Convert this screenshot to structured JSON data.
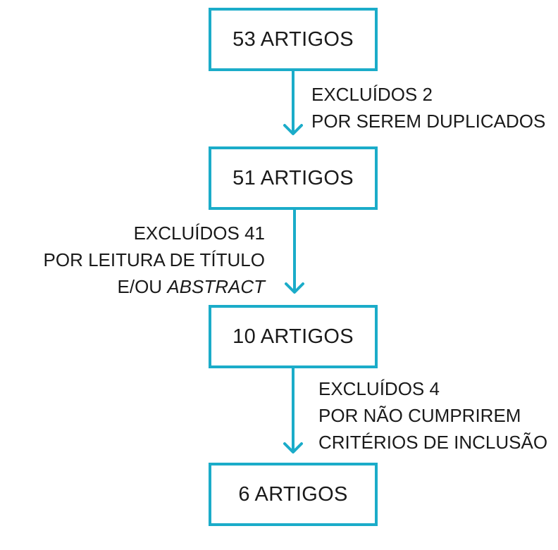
{
  "boxes": [
    {
      "label": "53 ARTIGOS"
    },
    {
      "label": "51 ARTIGOS"
    },
    {
      "label": "10 ARTIGOS"
    },
    {
      "label": "6 ARTIGOS"
    }
  ],
  "exclusions": [
    {
      "line1": "EXCLUÍDOS 2",
      "line2": "POR SEREM DUPLICADOS"
    },
    {
      "line1": "EXCLUÍDOS 41",
      "line2": "POR LEITURA DE TÍTULO",
      "line3_prefix": "E/OU ",
      "line3_italic": "ABSTRACT"
    },
    {
      "line1": "EXCLUÍDOS 4",
      "line2": "POR NÃO CUMPRIREM",
      "line3": "CRITÉRIOS DE INCLUSÃO"
    }
  ],
  "colors": {
    "accent": "#1bacc9",
    "text": "#1a1a1a"
  }
}
